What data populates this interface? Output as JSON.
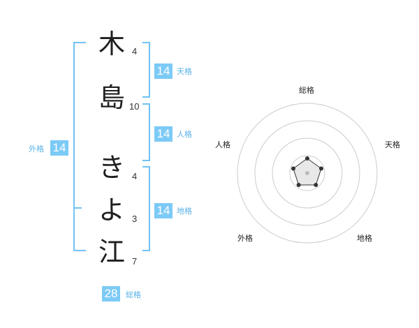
{
  "name_chars": [
    {
      "char": "木",
      "strokes": "4"
    },
    {
      "char": "島",
      "strokes": "10"
    },
    {
      "char": "き",
      "strokes": "4"
    },
    {
      "char": "よ",
      "strokes": "3"
    },
    {
      "char": "江",
      "strokes": "7"
    }
  ],
  "kaku": {
    "tenkaku": {
      "value": "14",
      "label": "天格"
    },
    "jinkaku": {
      "value": "14",
      "label": "人格"
    },
    "chikaku": {
      "value": "14",
      "label": "地格"
    },
    "gaikaku": {
      "value": "14",
      "label": "外格"
    },
    "soukaku": {
      "value": "28",
      "label": "総格"
    }
  },
  "radar": {
    "axes": [
      "総格",
      "天格",
      "地格",
      "外格",
      "人格"
    ],
    "ring_count": 4,
    "values": [
      0.21,
      0.21,
      0.21,
      0.21,
      0.21
    ],
    "colors": {
      "ring": "#cccccc",
      "polygon_fill": "#e8e8e8",
      "polygon_stroke": "#333333",
      "point": "#333333",
      "center": "#bbbbbb"
    }
  },
  "colors": {
    "accent": "#7ccaf6",
    "bracket": "#6fc3f2",
    "label": "#5ab2e6"
  }
}
